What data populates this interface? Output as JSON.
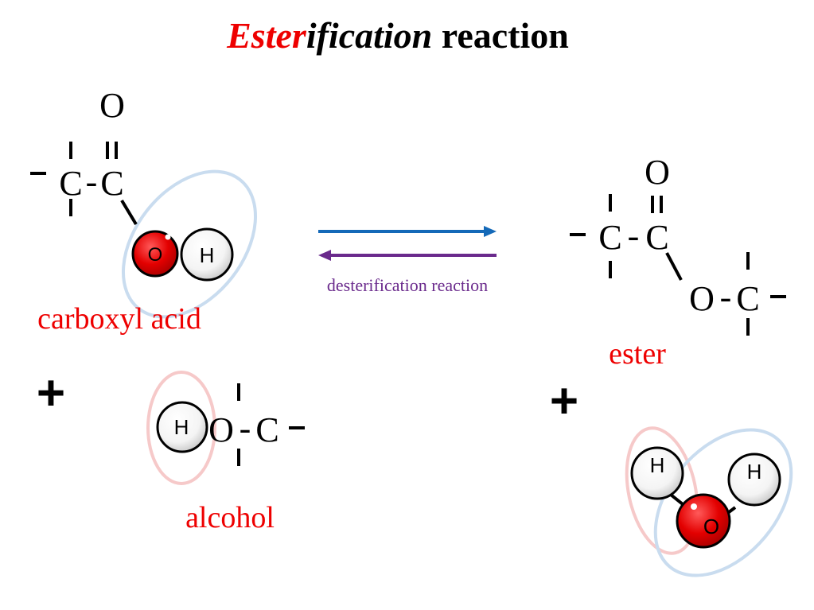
{
  "title": {
    "part1": "Ester",
    "part2": "ification",
    "part3": " reaction"
  },
  "colors": {
    "red": "#ee0000",
    "black": "#000000",
    "blue_arrow": "#1469b8",
    "purple_arrow": "#6a2a8c",
    "pink_ellipse": "#f6c9c9",
    "blue_ellipse": "#c9dcef"
  },
  "reactants": {
    "carboxyl_acid": {
      "top_o": "O",
      "c1": "C",
      "bond": "-",
      "c2": "C",
      "atom_o": "O",
      "atom_h": "H",
      "label": "carboxyl acid"
    },
    "plus": "+",
    "alcohol": {
      "atom_h": "H",
      "o": "O",
      "bond": "-",
      "c": "C",
      "label": "alcohol"
    }
  },
  "arrows": {
    "reverse_label": "desterification reaction"
  },
  "products": {
    "ester": {
      "top_o": "O",
      "c1": "C",
      "bond1": "-",
      "c2": "C",
      "o": "O",
      "bond2": "-",
      "c3": "C",
      "label": "ester"
    },
    "plus": "+",
    "water": {
      "h1": "H",
      "h2": "H",
      "o": "O"
    }
  }
}
